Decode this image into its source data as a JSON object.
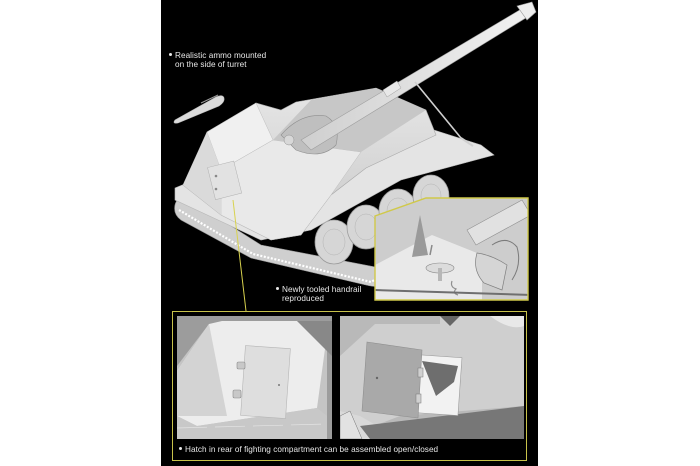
{
  "page": {
    "background": "#ffffff",
    "panel_background": "#000000",
    "callout_border_color": "#c8c24a"
  },
  "captions": {
    "ammo": {
      "line1": "Realistic ammo mounted",
      "line2": "on the side of turret"
    },
    "handrail": {
      "line1": "Newly tooled handrail",
      "line2": "reproduced"
    },
    "hatch": {
      "line1": "Hatch in rear of fighting compartment can be assembled open/closed"
    }
  },
  "images": {
    "main_render": "Tank destroyer model render with long gun barrel",
    "ammo_round": "Single ammunition round",
    "handrail_detail": "Close-up inset of handrail and gun mount",
    "hatch_closed": "Rear hatch closed inset",
    "hatch_open": "Rear hatch open inset"
  }
}
